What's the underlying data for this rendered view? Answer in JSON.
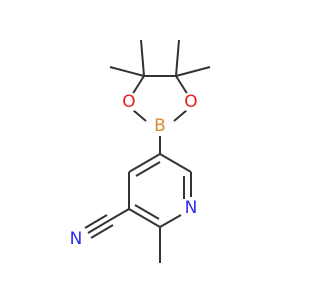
{
  "molecule": {
    "atoms": {
      "boron": "B",
      "oxygen_left": "O",
      "oxygen_right": "O",
      "ring_nitrogen": "N",
      "nitrile_nitrogen": "N"
    },
    "colors": {
      "bond": "#333333",
      "boron": "#d98a33",
      "oxygen": "#e8201f",
      "nitrogen": "#2b2be8"
    }
  }
}
